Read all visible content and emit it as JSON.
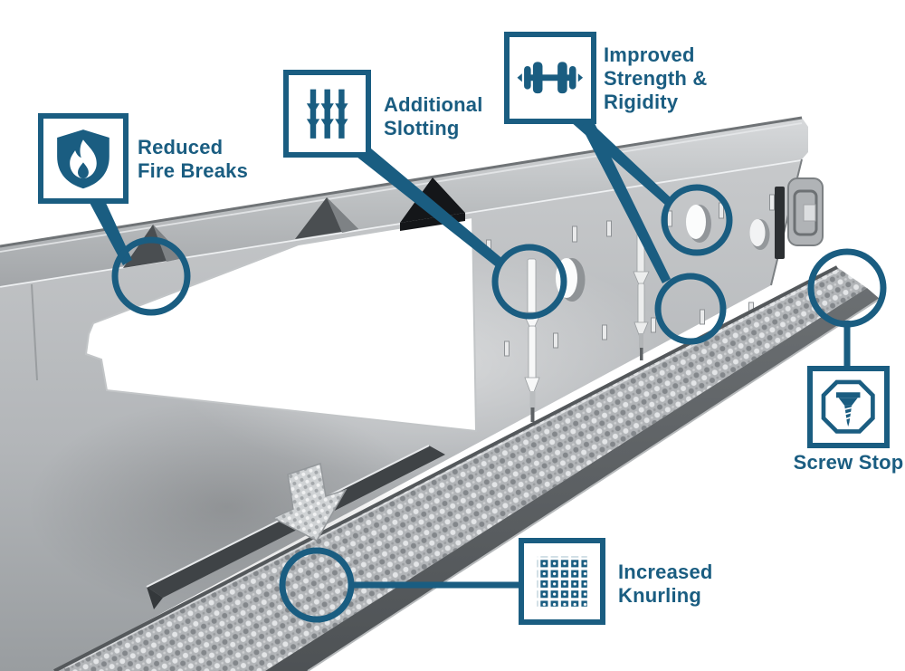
{
  "page": {
    "background": "#ffffff",
    "description": "Steel framing track product feature diagram with five annotated callouts"
  },
  "colors": {
    "accent_blue": "#1a5d81",
    "metal_light": "#c6c8ca",
    "metal_mid": "#aaadb0",
    "metal_dark": "#3f4346",
    "background": "#ffffff"
  },
  "callouts": {
    "fire": {
      "icon": "flame-shield-icon",
      "lines": [
        "Reduced",
        "Fire Breaks"
      ]
    },
    "slotting": {
      "icon": "slots-icon",
      "lines": [
        "Additional",
        "Slotting"
      ]
    },
    "strength": {
      "icon": "dumbbell-icon",
      "lines": [
        "Improved",
        "Strength &",
        "Rigidity"
      ]
    },
    "screw_stop": {
      "icon": "screw-stop-icon",
      "lines": [
        "Screw Stop"
      ]
    },
    "knurling": {
      "icon": "knurl-grid-icon",
      "lines": [
        "Increased",
        "Knurling"
      ]
    }
  }
}
